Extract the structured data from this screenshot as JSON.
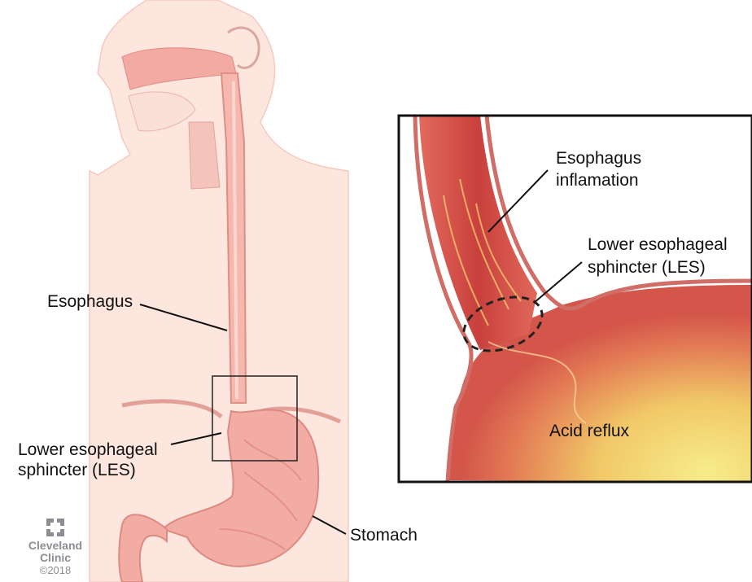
{
  "labels": {
    "esophagus": "Esophagus",
    "les_left_line1": "Lower esophageal",
    "les_left_line2": "sphincter (LES)",
    "stomach": "Stomach",
    "inflammation_line1": "Esophagus",
    "inflammation_line2": "inflamation",
    "les_inset_line1": "Lower esophageal",
    "les_inset_line2": "sphincter (LES)",
    "acid_reflux": "Acid reflux"
  },
  "brand": {
    "name_line1": "Cleveland",
    "name_line2": "Clinic",
    "copyright": "©2018"
  },
  "colors": {
    "skin": "#fde6de",
    "tissue": "#f3a9a1",
    "inflamed": "#d9564a",
    "acid": "#f3e07a",
    "brand_gray": "#8b8f93"
  }
}
